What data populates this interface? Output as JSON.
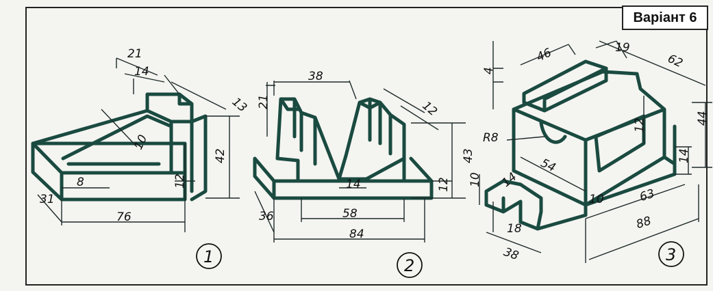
{
  "variant_label": "Варіант 6",
  "figures": [
    {
      "number": "1",
      "dimensions": {
        "d21": "21",
        "d14": "14",
        "d13": "13",
        "d10": "10",
        "d42": "42",
        "d8": "8",
        "d12": "12",
        "d31": "31",
        "d76": "76"
      }
    },
    {
      "number": "2",
      "dimensions": {
        "d38": "38",
        "d21": "21",
        "d12top": "12",
        "d43": "43",
        "d14": "14",
        "d12": "12",
        "d58": "58",
        "d36": "36",
        "d84": "84"
      }
    },
    {
      "number": "3",
      "dimensions": {
        "d4": "4",
        "d46": "46",
        "d19": "19",
        "d62": "62",
        "d44": "44",
        "r8": "R8",
        "d12": "12",
        "d54": "54",
        "d14r": "14",
        "d10l": "10",
        "d14l": "14",
        "d10": "10",
        "d63": "63",
        "d18": "18",
        "d88": "88",
        "d38": "38"
      }
    }
  ]
}
